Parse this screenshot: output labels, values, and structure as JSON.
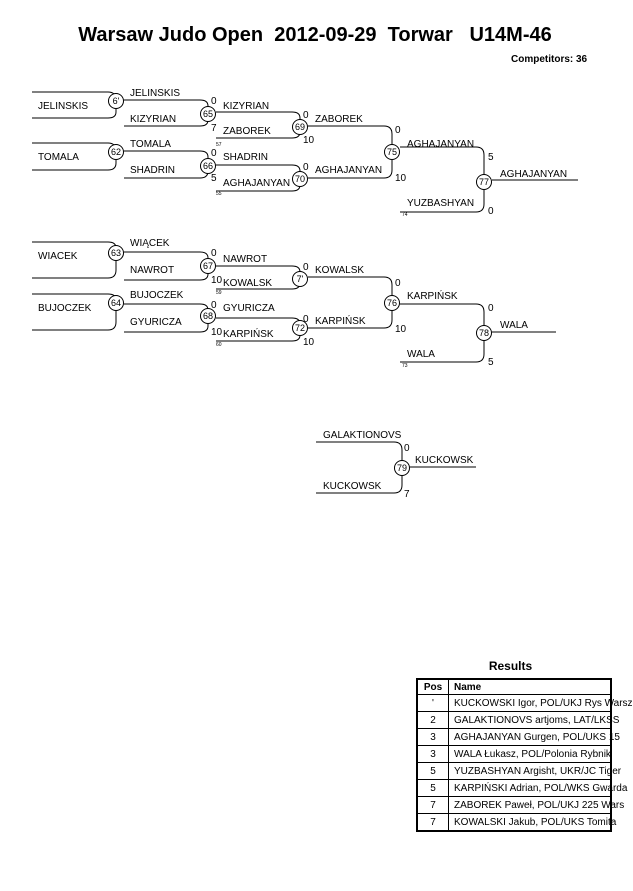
{
  "header": {
    "title": "Warsaw Judo Open  2012-09-29  Torwar   U14M-46",
    "competitors": "Competitors: 36"
  },
  "matches": [
    {
      "id": "61",
      "label": "6'",
      "p1": "JELINSKIS",
      "p2": "KIZYRIAN",
      "s1": "",
      "s2": "",
      "winner": "JELINSKIS",
      "note": ""
    },
    {
      "id": "62",
      "label": "62",
      "p1": "TOMALA",
      "p2": "SHADRIN",
      "s1": "",
      "s2": "",
      "winner": "TOMALA",
      "note": ""
    },
    {
      "id": "65",
      "label": "65",
      "p1": "JELINSKIS",
      "p2": "KIZYRIAN",
      "s1": "0",
      "s2": "7",
      "winner": "KIZYRIAN",
      "note": "57"
    },
    {
      "id": "66",
      "label": "66",
      "p1": "TOMALA",
      "p2": "SHADRIN",
      "s1": "0",
      "s2": "5",
      "winner": "SHADRIN",
      "note": "55"
    },
    {
      "id": "69",
      "label": "69",
      "p1": "KIZYRIAN",
      "p2": "ZABOREK",
      "s1": "0",
      "s2": "10",
      "winner": "ZABOREK",
      "note": ""
    },
    {
      "id": "70",
      "label": "70",
      "p1": "SHADRIN",
      "p2": "AGHAJANYAN",
      "s1": "0",
      "s2": "",
      "winner": "AGHAJANYAN",
      "note": ""
    },
    {
      "id": "75",
      "label": "75",
      "p1": "ZABOREK",
      "p2": "AGHAJANYAN",
      "s1": "0",
      "s2": "10",
      "winner": "AGHAJANYAN",
      "note": "74"
    },
    {
      "id": "77",
      "label": "77",
      "p1": "AGHAJANYAN",
      "p2": "YUZBASHYAN",
      "s1": "5",
      "s2": "0",
      "winner": "AGHAJANYAN",
      "note": ""
    },
    {
      "id": "63",
      "label": "63",
      "p1": "WIACEK",
      "p2": "WIĄCEK",
      "s1": "",
      "s2": "",
      "winner": "WIĄCEK",
      "note": ""
    },
    {
      "id": "64",
      "label": "64",
      "p1": "BUJOCZEK",
      "p2": "BUJOCZEK",
      "s1": "",
      "s2": "",
      "winner": "BUJOCZEK",
      "note": ""
    },
    {
      "id": "67",
      "label": "67",
      "p1": "WIĄCEK",
      "p2": "NAWROT",
      "s1": "0",
      "s2": "10",
      "winner": "NAWROT",
      "note": "59"
    },
    {
      "id": "68",
      "label": "68",
      "p1": "BUJOCZEK",
      "p2": "GYURICZA",
      "s1": "0",
      "s2": "10",
      "winner": "GYURICZA",
      "note": "60"
    },
    {
      "id": "71",
      "label": "7'",
      "p1": "NAWROT",
      "p2": "KOWALSK",
      "s1": "0",
      "s2": "",
      "winner": "KOWALSK",
      "note": ""
    },
    {
      "id": "72",
      "label": "72",
      "p1": "GYURICZA",
      "p2": "KARPIŃSK",
      "s1": "0",
      "s2": "10",
      "winner": "KARPIŃSK",
      "note": ""
    },
    {
      "id": "76",
      "label": "76",
      "p1": "KOWALSK",
      "p2": "KARPIŃSK",
      "s1": "0",
      "s2": "10",
      "winner": "KARPIŃSK",
      "note": "73"
    },
    {
      "id": "78",
      "label": "78",
      "p1": "KARPIŃSK",
      "p2": "WALA",
      "s1": "0",
      "s2": "5",
      "winner": "WALA",
      "note": ""
    },
    {
      "id": "79",
      "label": "79",
      "p1": "GALAKTIONOVS",
      "p2": "KUCKOWSK",
      "s1": "0",
      "s2": "7",
      "winner": "KUCKOWSK",
      "note": ""
    }
  ],
  "results": {
    "title": "Results",
    "headers": {
      "pos": "Pos",
      "name": "Name"
    },
    "rows": [
      {
        "pos": "'",
        "name": "KUCKOWSKI Igor, POL/UKJ Rys Warsz"
      },
      {
        "pos": "2",
        "name": "GALAKTIONOVS artjoms, LAT/LKSS"
      },
      {
        "pos": "3",
        "name": "AGHAJANYAN Gurgen, POL/UKS 15"
      },
      {
        "pos": "3",
        "name": "WALA Łukasz, POL/Polonia Rybnik"
      },
      {
        "pos": "5",
        "name": "YUZBASHYAN Argisht, UKR/JC Tiger"
      },
      {
        "pos": "5",
        "name": "KARPIŃSKI Adrian, POL/WKS Gwarda"
      },
      {
        "pos": "7",
        "name": "ZABOREK Paweł, POL/UKJ 225 Wars"
      },
      {
        "pos": "7",
        "name": "KOWALSKI Jakub, POL/UKS Tomita"
      }
    ]
  }
}
